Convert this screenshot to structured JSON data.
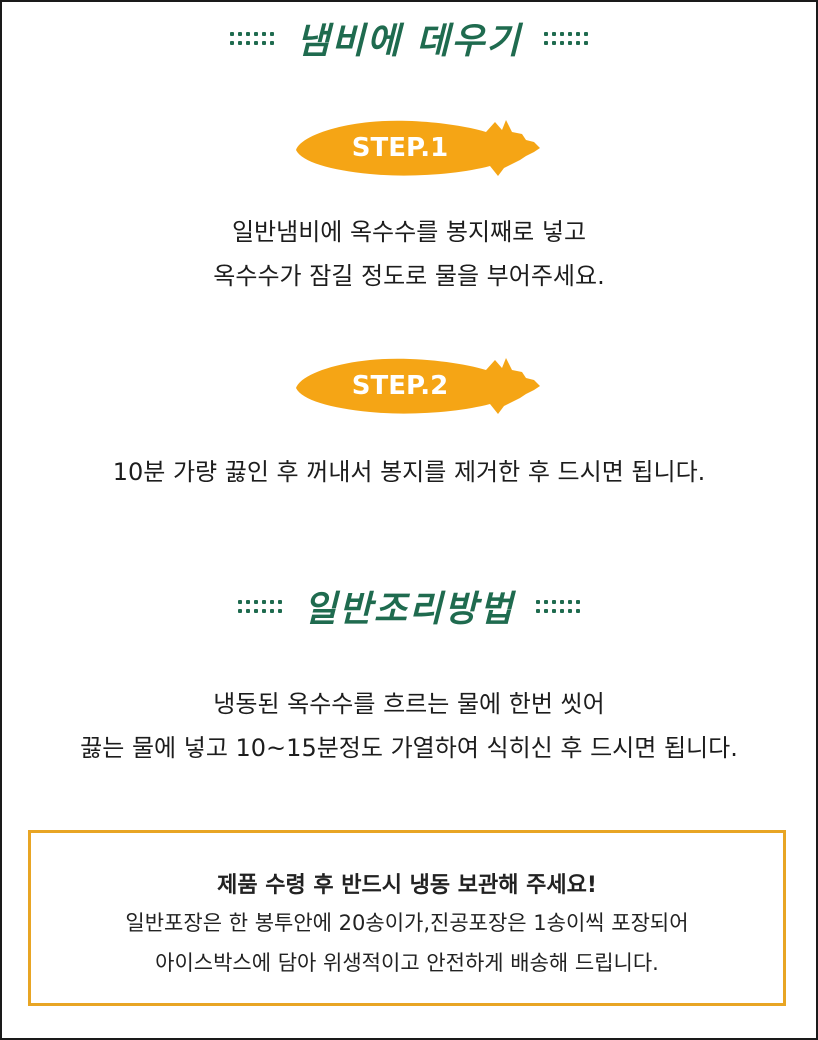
{
  "reheat": {
    "title": "냄비에 데우기",
    "step1": {
      "label": "STEP.1",
      "line1": "일반냄비에 옥수수를 봉지째로 넣고",
      "line2": "옥수수가 잠길 정도로 물을 부어주세요."
    },
    "step2": {
      "label": "STEP.2",
      "line1": "10분 가량 끓인 후 꺼내서 봉지를 제거한 후 드시면 됩니다."
    }
  },
  "general": {
    "title": "일반조리방법",
    "line1": "냉동된 옥수수를 흐르는 물에 한번 씻어",
    "line2": "끓는 물에 넣고 10~15분정도 가열하여 식히신 후 드시면 됩니다."
  },
  "notice": {
    "title": "제품 수령 후 반드시 냉동 보관해 주세요!",
    "line1": "일반포장은 한 봉투안에 20송이가,진공포장은 1송이씩 포장되어",
    "line2": "아이스박스에 담아 위생적이고 안전하게 배송해 드립니다."
  },
  "colors": {
    "accent_green": "#1f6b4f",
    "corn_orange": "#f5a515",
    "notice_border": "#e8a524"
  },
  "icons": {
    "title_ornament": "dotted-grid",
    "step_badge": "corn-shape"
  }
}
